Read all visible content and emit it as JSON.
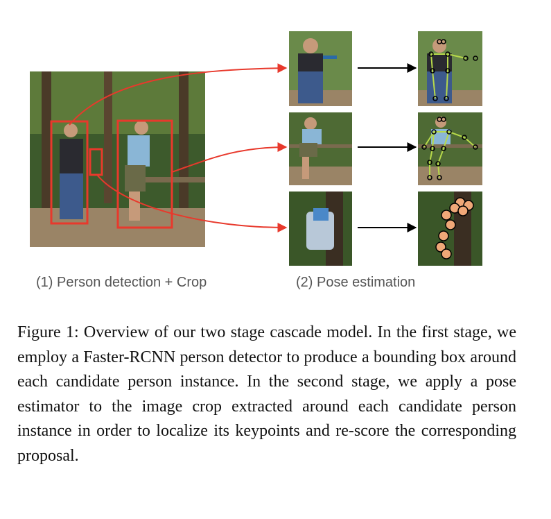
{
  "figure": {
    "stage1_label": "(1) Person detection + Crop",
    "stage2_label": "(2) Pose estimation",
    "colors": {
      "detection_box": "#e8392c",
      "arrow": "#000000",
      "skeleton_limb": "#b7d94a",
      "keypoint": "#f0a878"
    }
  },
  "caption": {
    "text": "Figure 1: Overview of our two stage cascade model. In the first stage, we employ a Faster-RCNN person detector to produce a bounding box around each candidate person instance. In the second stage, we apply a pose estimator to the image crop extracted around each candidate person instance in order to localize its keypoints and re-score the corresponding proposal."
  }
}
